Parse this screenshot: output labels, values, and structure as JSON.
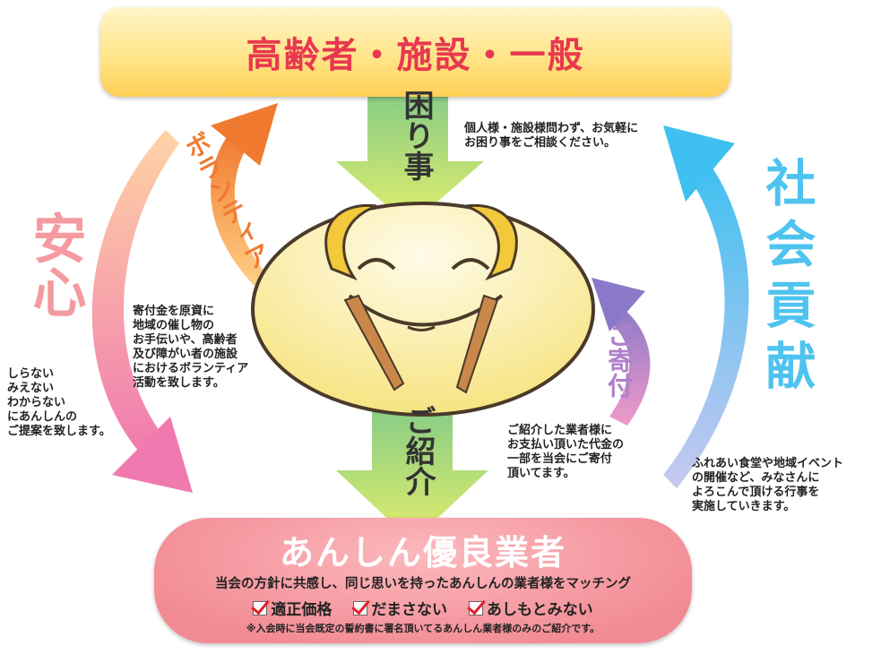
{
  "top_banner": {
    "title": "高齢者・施設・一般"
  },
  "arrows": {
    "trouble": "困り事",
    "introduction": "ご紹介",
    "volunteer": "ボランティア",
    "donation": "ご寄付",
    "anshin": "安心",
    "social": "社会貢献"
  },
  "notes": {
    "trouble": "個人様・施設様問わず、お気軽に\nお困り事をご相談ください。",
    "volunteer": "寄付金を原資に\n地域の催し物の\nお手伝いや、高齢者\n及び障がい者の施設\nにおけるボランティア\n活動を致します。",
    "anshin": "しらない\nみえない\nわからない\nにあんしんの\nご提案を致します。",
    "donation": "ご紹介した業者様に\nお支払い頂いた代金の\n一部を当会にご寄付\n頂いてます。",
    "social": "ふれあい食堂や地域イベント\nの開催など、みなさんに\nよろこんで頂ける行事を\n実施していきます。"
  },
  "bottom_pill": {
    "title": "あんしん優良業者",
    "subtitle": "当会の方針に共感し、同じ思いを持ったあんしんの業者様をマッチング",
    "checks": [
      "適正価格",
      "だまさない",
      "あしもとみない"
    ],
    "footnote": "※入会時に当会既定の誓約書に署名頂いてるあんしん業者様のみのご紹介です。"
  },
  "colors": {
    "title_red": "#e8384f",
    "green": "#8fcf7a",
    "blue": "#4fc3ef",
    "pink": "#f07aa8",
    "orange": "#f08030",
    "purple": "#9a7fc8"
  }
}
